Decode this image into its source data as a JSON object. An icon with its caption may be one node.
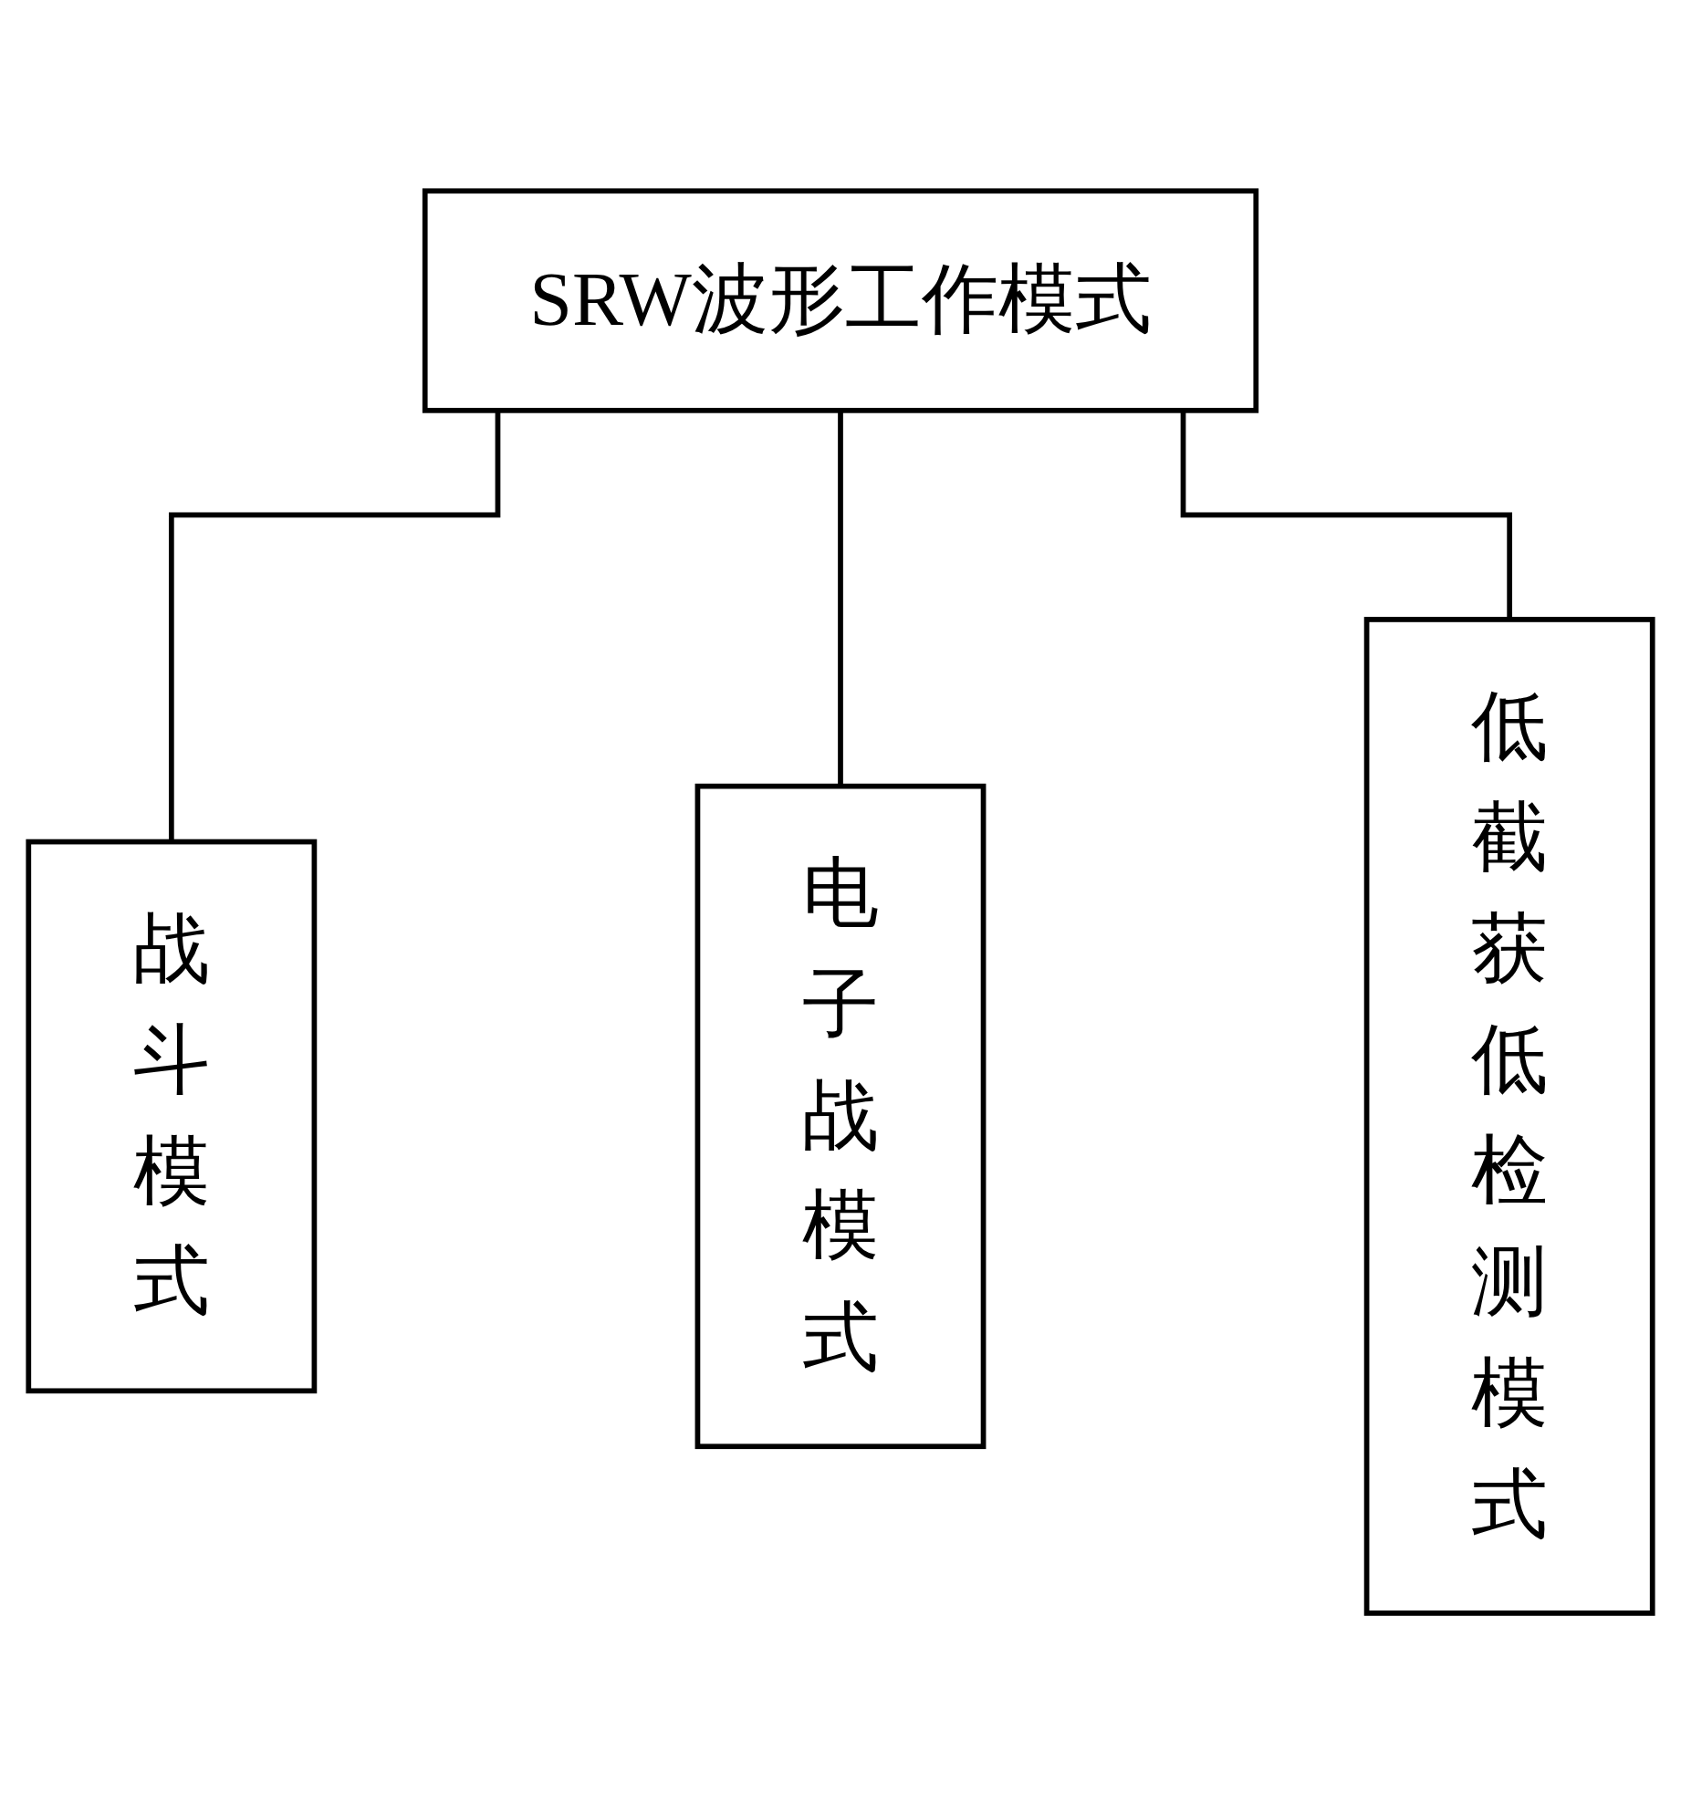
{
  "diagram": {
    "nodes": [
      {
        "text": [
          "SRW波形工作模式"
        ]
      },
      {
        "text": [
          "战斗模式"
        ]
      },
      {
        "text": [
          "电子战模式"
        ]
      },
      {
        "text": [
          "低截获低检测模式"
        ]
      }
    ],
    "edges": [
      {
        "from": 0,
        "to": 1,
        "arrow": "none"
      },
      {
        "from": 0,
        "to": 2,
        "arrow": "none"
      },
      {
        "from": 0,
        "to": 3,
        "arrow": "none"
      }
    ]
  }
}
